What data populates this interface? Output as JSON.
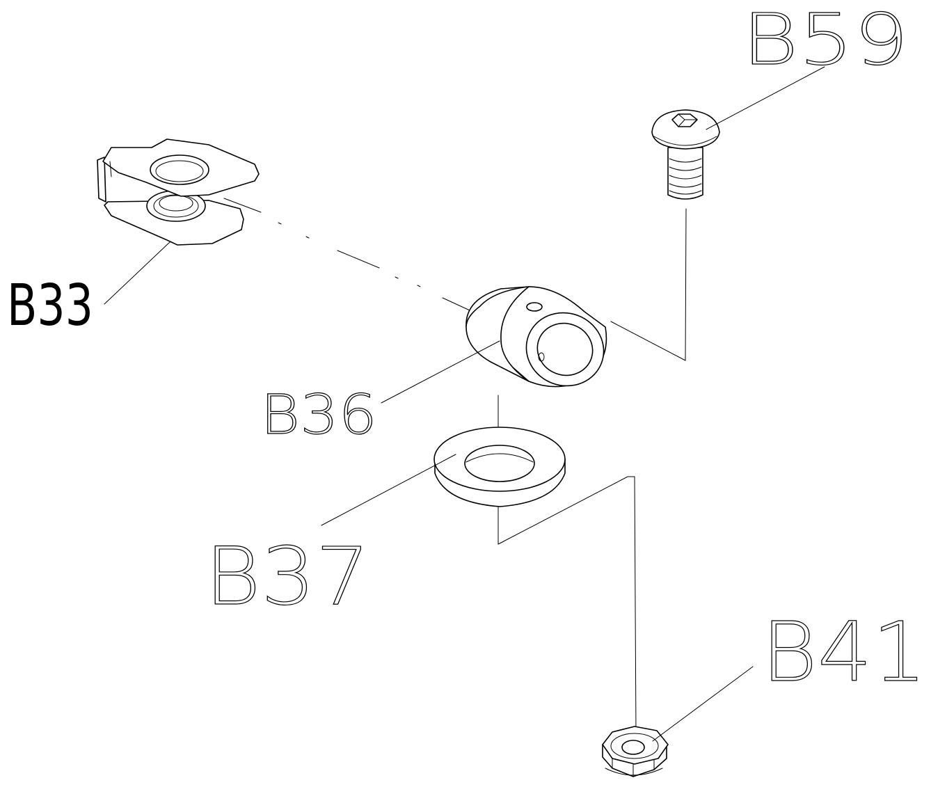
{
  "labels": {
    "b59": "B59",
    "b33": "B33",
    "b36": "B36",
    "b37": "B37",
    "b41": "B41"
  }
}
